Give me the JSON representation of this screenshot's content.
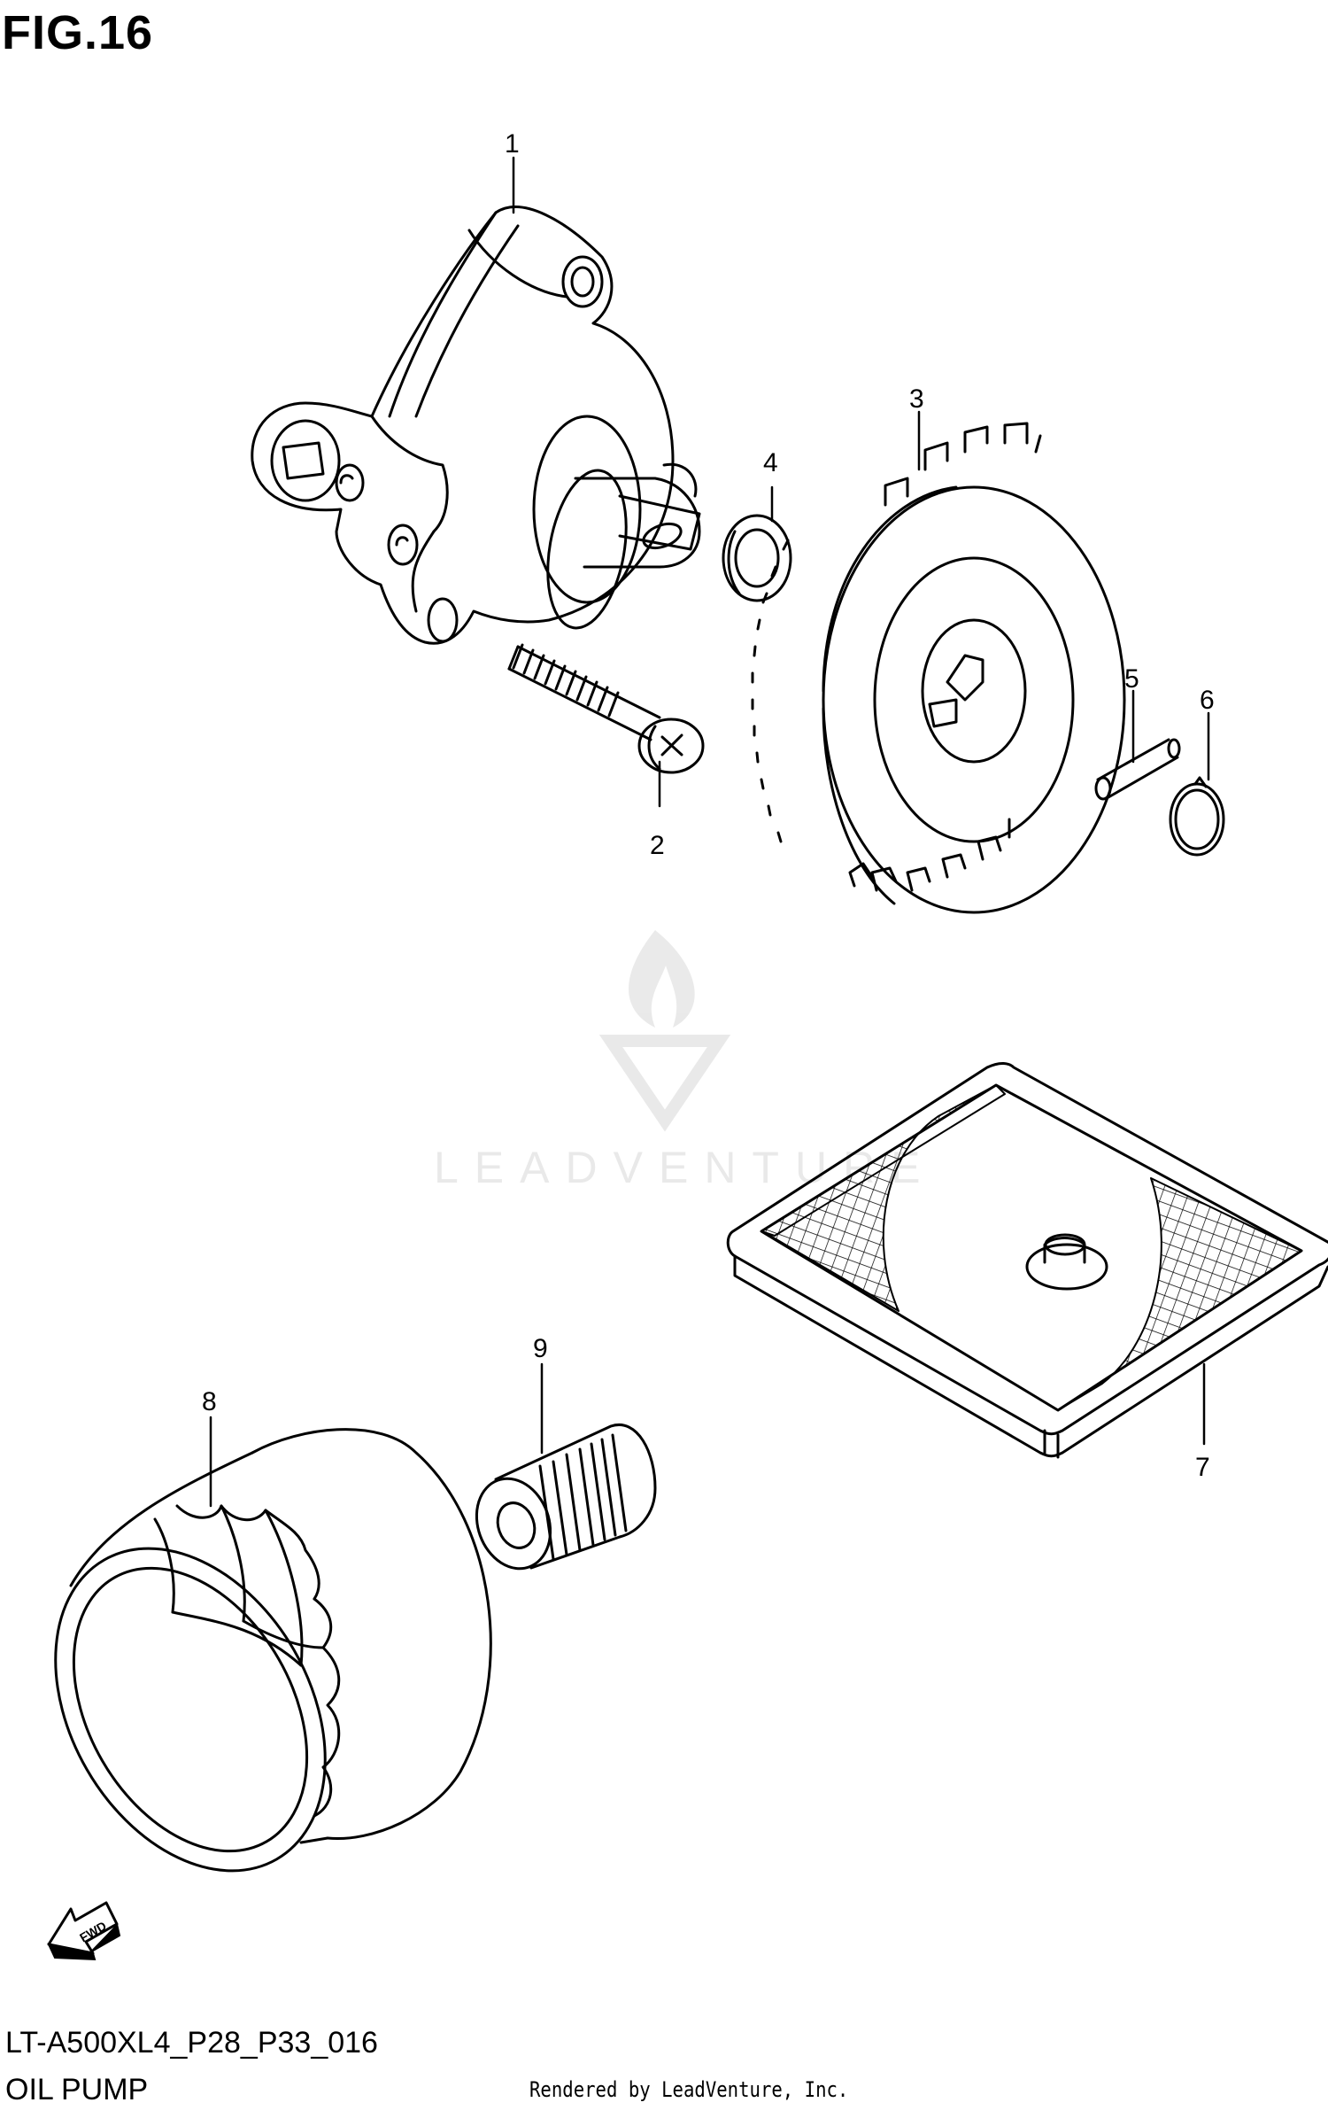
{
  "figure": {
    "title": "FIG.16",
    "model_code": "LT-A500XL4_P28_P33_016",
    "section_name": "OIL PUMP",
    "rendered_by": "Rendered by LeadVenture, Inc."
  },
  "watermark": {
    "text": "LEADVENTURE"
  },
  "fwd_arrow": {
    "label": "FWD"
  },
  "callouts": [
    "1",
    "2",
    "3",
    "4",
    "5",
    "6",
    "7",
    "8",
    "9"
  ]
}
